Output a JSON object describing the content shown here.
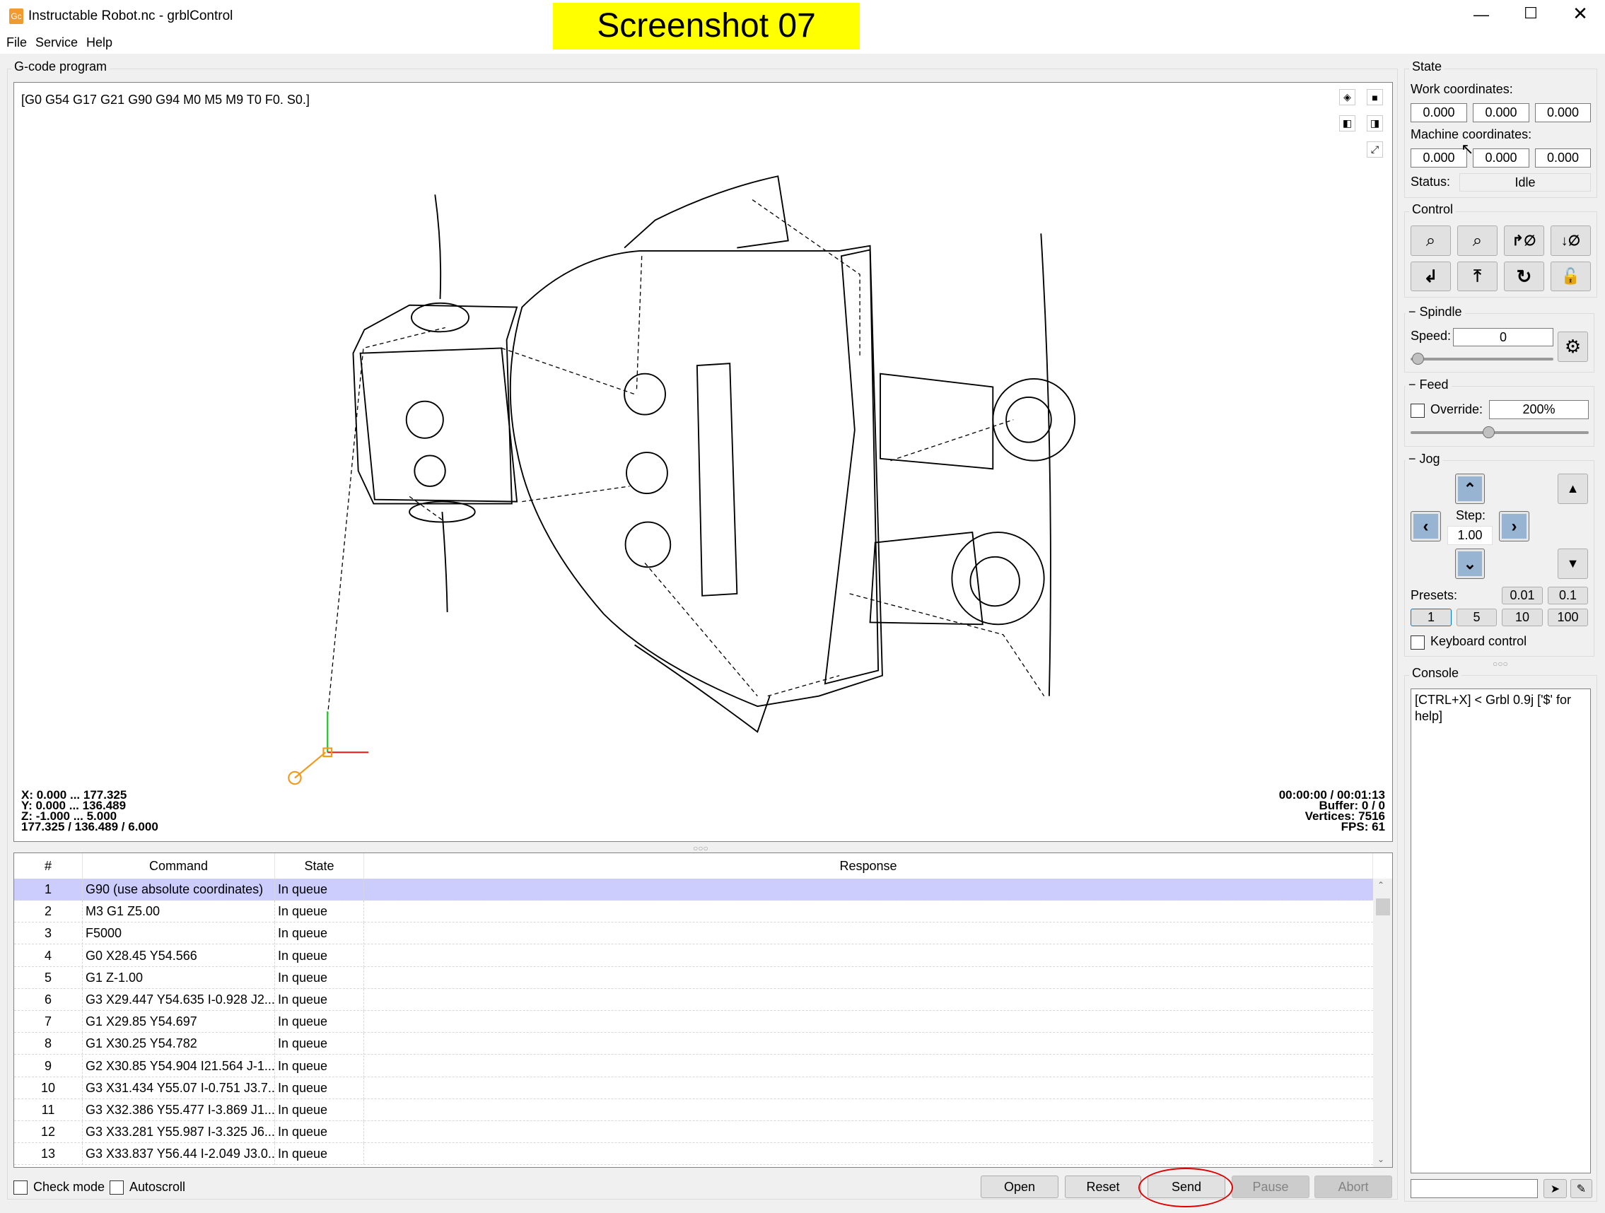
{
  "window": {
    "title": "Instructable Robot.nc - grblControl",
    "app_icon": "gc-logo-icon",
    "controls": [
      "minimize",
      "maximize",
      "close"
    ]
  },
  "overlay": {
    "label": "Screenshot 07",
    "color": "#ffff00"
  },
  "menu": [
    {
      "label": "File"
    },
    {
      "label": "Service"
    },
    {
      "label": "Help"
    }
  ],
  "gcode": {
    "title": "G-code program",
    "parser_state": "[G0 G54 G17 G21 G90 G94 M0 M5 M9 T0 F0. S0.]",
    "info_left": [
      "X: 0.000 ... 177.325",
      "Y: 0.000 ... 136.489",
      "Z: -1.000 ... 5.000",
      "177.325 / 136.489 / 6.000"
    ],
    "info_right": [
      "00:00:00 / 00:01:13",
      "Buffer: 0 / 0",
      "Vertices: 7516",
      "FPS: 61"
    ],
    "view_buttons": [
      "view-top-icon",
      "view-isometric-icon",
      "view-left-icon",
      "view-right-icon",
      "fit-view-icon"
    ]
  },
  "table": {
    "headers": [
      "#",
      "Command",
      "State",
      "Response"
    ],
    "rows": [
      {
        "n": "1",
        "cmd": "G90 (use absolute coordinates)",
        "state": "In queue",
        "resp": ""
      },
      {
        "n": "2",
        "cmd": "M3 G1 Z5.00",
        "state": "In queue",
        "resp": ""
      },
      {
        "n": "3",
        "cmd": "F5000",
        "state": "In queue",
        "resp": ""
      },
      {
        "n": "4",
        "cmd": "G0 X28.45 Y54.566",
        "state": "In queue",
        "resp": ""
      },
      {
        "n": "5",
        "cmd": "G1 Z-1.00",
        "state": "In queue",
        "resp": ""
      },
      {
        "n": "6",
        "cmd": "G3 X29.447 Y54.635 I-0.928 J2...",
        "state": "In queue",
        "resp": ""
      },
      {
        "n": "7",
        "cmd": "G1 X29.85 Y54.697",
        "state": "In queue",
        "resp": ""
      },
      {
        "n": "8",
        "cmd": "G1 X30.25 Y54.782",
        "state": "In queue",
        "resp": ""
      },
      {
        "n": "9",
        "cmd": "G2 X30.85 Y54.904 I21.564 J-1...",
        "state": "In queue",
        "resp": ""
      },
      {
        "n": "10",
        "cmd": "G3 X31.434 Y55.07 I-0.751 J3.7...",
        "state": "In queue",
        "resp": ""
      },
      {
        "n": "11",
        "cmd": "G3 X32.386 Y55.477 I-3.869 J1...",
        "state": "In queue",
        "resp": ""
      },
      {
        "n": "12",
        "cmd": "G3 X33.281 Y55.987 I-3.325 J6....",
        "state": "In queue",
        "resp": ""
      },
      {
        "n": "13",
        "cmd": "G3 X33.837 Y56.44 I-2.049 J3.0...",
        "state": "In queue",
        "resp": ""
      }
    ]
  },
  "bottom": {
    "check_mode": "Check mode",
    "autoscroll": "Autoscroll",
    "open": "Open",
    "reset": "Reset",
    "send": "Send",
    "pause": "Pause",
    "abort": "Abort",
    "highlight_color": "#e00000"
  },
  "state": {
    "title": "State",
    "work_label": "Work coordinates:",
    "work": [
      "0.000",
      "0.000",
      "0.000"
    ],
    "machine_label": "Machine coordinates:",
    "machine": [
      "0.000",
      "0.000",
      "0.000"
    ],
    "status_label": "Status:",
    "status": "Idle"
  },
  "control": {
    "title": "Control",
    "buttons": [
      "home-icon",
      "touch-probe-icon",
      "zero-xy-icon",
      "zero-z-icon",
      "restore-origin-icon",
      "safe-position-icon",
      "reset-icon",
      "unlock-icon"
    ]
  },
  "spindle": {
    "title": "Spindle",
    "speed_label": "Speed:",
    "speed": "0",
    "slider_fraction": 0.0
  },
  "feed": {
    "title": "Feed",
    "override_label": "Override:",
    "override": "200%",
    "override_checked": false,
    "slider_fraction": 0.5
  },
  "jog": {
    "title": "Jog",
    "step_label": "Step:",
    "step": "1.00",
    "presets_label": "Presets:",
    "presets": [
      "0.01",
      "0.1",
      "1",
      "5",
      "10",
      "100"
    ],
    "selected_preset": "1",
    "keyboard_label": "Keyboard control",
    "keyboard_checked": false
  },
  "console": {
    "title": "Console",
    "text": "[CTRL+X] < Grbl 0.9j ['$' for help]",
    "input": ""
  }
}
